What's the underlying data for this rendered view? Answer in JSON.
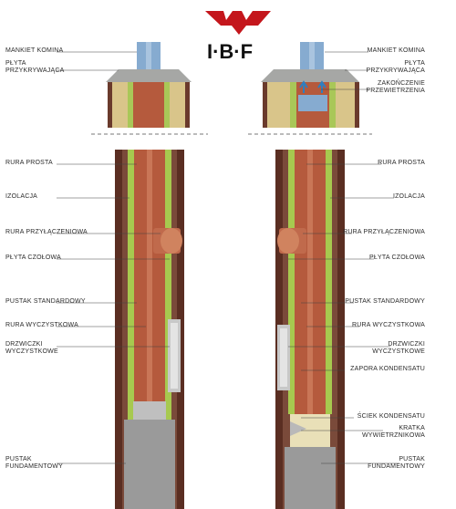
{
  "logo": {
    "text": "I·B·F",
    "color": "#c4161c"
  },
  "colors": {
    "outer_block": "#5a2e22",
    "insulation": "#a7c94f",
    "flue_pipe": "#b55a3d",
    "foundation": "#9a9a9a",
    "top_plate": "#a6a7a5",
    "sleeve": "#7fa5c8"
  },
  "left": {
    "labels": [
      "Mankiet komina",
      "Płyta\nprzykrywająca",
      "Rura prosta",
      "Izolacja",
      "Rura przyłączeniowa",
      "Płyta czołowa",
      "Pustak standardowy",
      "Rura wyczystkowa",
      "Drzwiczki\nwyczystkowe",
      "Pustak\nfundamentowy"
    ]
  },
  "right": {
    "labels": [
      "Mankiet komina",
      "Płyta\nprzykrywająca",
      "Zakończenie\nprzewietrzenia",
      "Rura prosta",
      "Izolacja",
      "Rura przyłączeniowa",
      "Płyta czołowa",
      "Pustak standardowy",
      "Rura wyczystkowa",
      "Drzwiczki\nwyczystkowe",
      "Zapora kondensatu",
      "Ściek kondensatu",
      "Kratka\nwywietrznikowa",
      "Pustak\nfundamentowy"
    ]
  }
}
